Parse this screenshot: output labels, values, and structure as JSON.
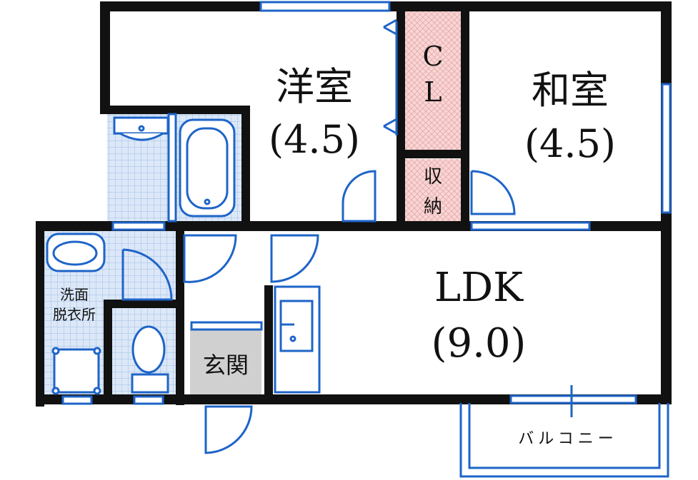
{
  "rooms": {
    "western": {
      "name": "洋室",
      "size": "(4.5)"
    },
    "japanese": {
      "name": "和室",
      "size": "(4.5)"
    },
    "ldk": {
      "name": "LDK",
      "size": "(9.0)"
    },
    "closet": {
      "line1": "C",
      "line2": "L"
    },
    "storage": {
      "line1": "収",
      "line2": "納"
    },
    "washroom": {
      "line1": "洗面",
      "line2": "脱衣所"
    },
    "entrance": {
      "name": "玄関"
    },
    "balcony": {
      "name": "バルコニー"
    }
  },
  "colors": {
    "wall": "#111111",
    "fixture": "#1e64c8",
    "tile": "#dce8f8",
    "closet_fill": "#f9d6d6",
    "entrance_fill": "#d0d0d0"
  }
}
